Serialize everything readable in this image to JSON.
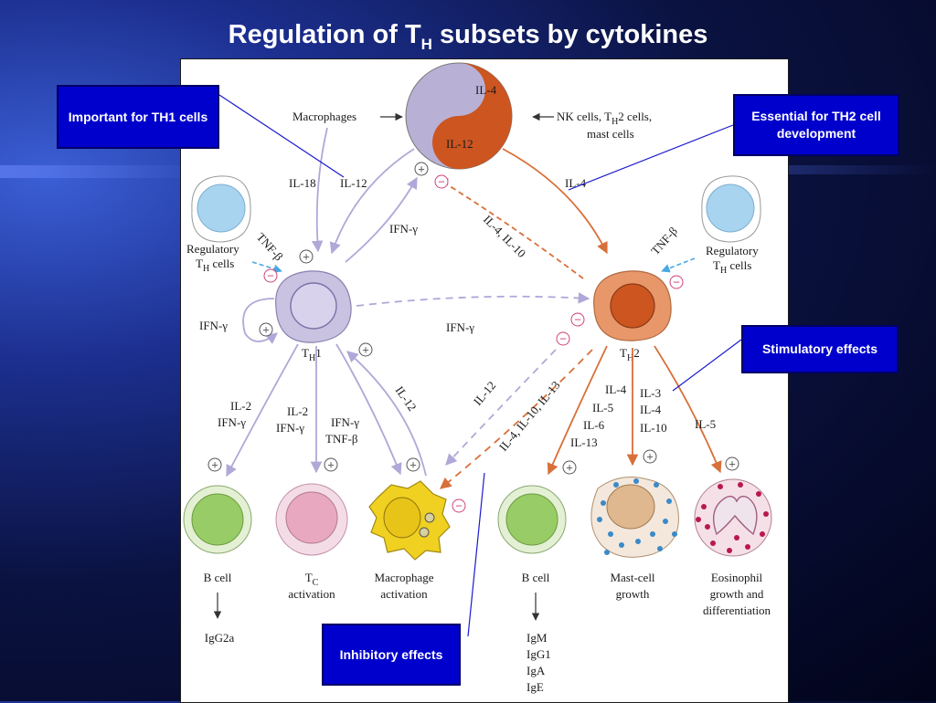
{
  "slide": {
    "title_main": "Regulation of T",
    "title_sub": "H",
    "title_end": " subsets by cytokines"
  },
  "callouts": {
    "th1": "Important for TH1 cells",
    "th2": "Essential for TH2 cell development",
    "stimulatory": "Stimulatory effects",
    "inhibitory": "Inhibitory effects"
  },
  "diagram": {
    "yin_top": "IL-4",
    "yin_bottom": "IL-12",
    "macrophages": "Macrophages",
    "nk_line1": "NK cells, T",
    "nk_sub": "H",
    "nk_line1_end": "2 cells,",
    "nk_line2": "mast cells",
    "il18": "IL-18",
    "il12_top": "IL-12",
    "il4_top": "IL-4",
    "ifng_top": "IFN-γ",
    "il4_il10_diag": "IL-4, IL-10",
    "tnfb_left": "TNF-β",
    "tnfb_right": "TNF-β",
    "reg_left_1": "Regulatory",
    "reg_left_2": "T",
    "reg_left_sub": "H",
    "reg_left_3": " cells",
    "reg_right_1": "Regulatory",
    "reg_right_2": "T",
    "reg_right_sub": "H",
    "reg_right_3": " cells",
    "ifng_self": "IFN-γ",
    "ifng_mid": "IFN-γ",
    "th1_T": "T",
    "th1_sub": "H",
    "th1_num": "1",
    "th2_T": "T",
    "th2_sub": "H",
    "th2_num": "2",
    "il2_ifng_a1": "IL-2",
    "il2_ifng_a2": "IFN-γ",
    "il2_ifng_b1": "IL-2",
    "il2_ifng_b2": "IFN-γ",
    "ifng_tnfb_1": "IFN-γ",
    "ifng_tnfb_2": "TNF-β",
    "il12_diag_right": "IL-12",
    "il12_diag_mid": "IL-12",
    "il4_il10_il13": "IL-4, IL-10, IL-13",
    "th2_list1": [
      "IL-4",
      "IL-5",
      "IL-6",
      "IL-13"
    ],
    "th2_list2": [
      "IL-3",
      "IL-4",
      "IL-10"
    ],
    "il5": "IL-5",
    "bcell_left": "B cell",
    "tc_T": "T",
    "tc_sub": "C",
    "tc_2": "activation",
    "macro_1": "Macrophage",
    "macro_2": "activation",
    "bcell_right": "B cell",
    "mast_1": "Mast-cell",
    "mast_2": "growth",
    "eos_1": "Eosinophil",
    "eos_2": "growth and",
    "eos_3": "differentiation",
    "igg2a": "IgG2a",
    "ig_list": [
      "IgM",
      "IgG1",
      "IgA",
      "IgE"
    ],
    "plus": "+",
    "minus": "−"
  },
  "colors": {
    "callout_bg": "#0000cc",
    "th1_cell": "#c9c2e0",
    "th2_cell": "#e8976a",
    "th2_nucleus": "#cc5520",
    "il4_half": "#cc5520",
    "il12_half": "#b9b0d6",
    "bcell": "#98cc66",
    "tc_cell": "#e8a8c0",
    "macrophage": "#f0d020",
    "regulatory": "#a8d4f0",
    "purple_arrow": "#b0a8d8",
    "orange_arrow": "#d8703a",
    "plus_color": "#555555",
    "minus_color": "#d0407a"
  }
}
